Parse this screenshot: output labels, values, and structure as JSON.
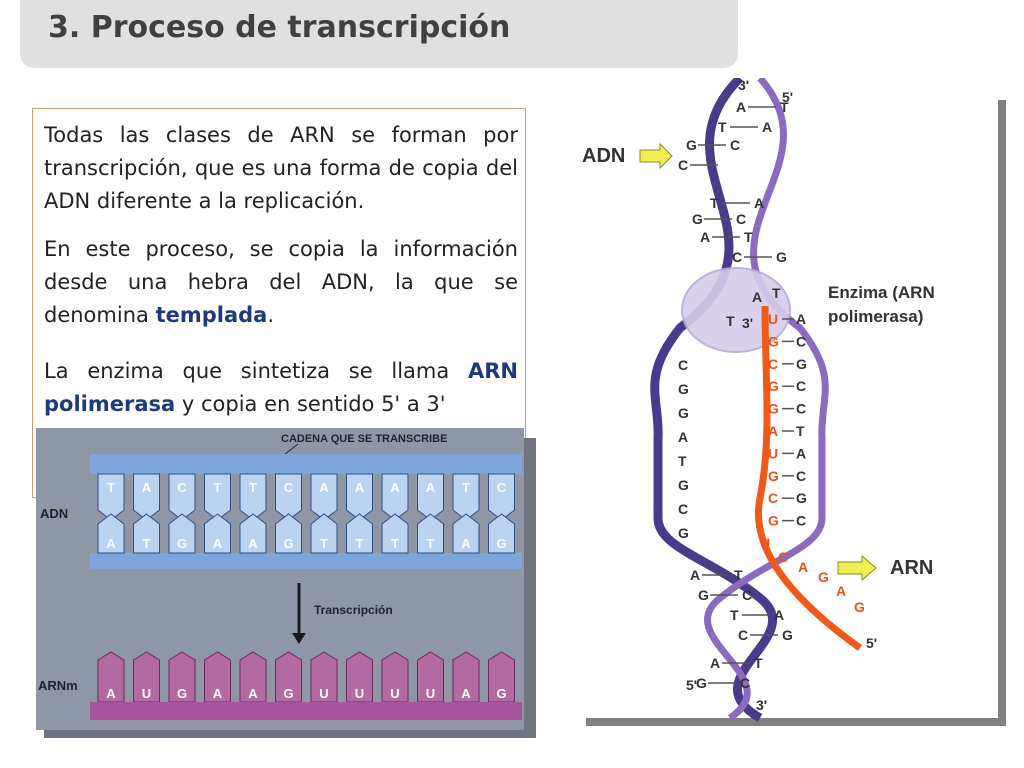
{
  "slide": {
    "title": "3. Proceso de transcripción"
  },
  "text": {
    "p1": "Todas las clases de ARN se forman por transcripción, que es una forma de copia del ADN diferente a la replicación.",
    "p2_before": "En este proceso, se copia la información desde una hebra del ADN, la que se denomina ",
    "p2_highlight": "templada",
    "p2_after": ".",
    "p3_before": "La enzima que sintetiza se llama ",
    "p3_highlight": "ARN polimerasa",
    "p3_after": " y copia en sentido 5' a 3'"
  },
  "figure_left": {
    "top_label": "CADENA QUE SE TRANSCRIBE",
    "dna_label": "ADN",
    "transcription_label": "Transcripción",
    "rna_label": "ARNm",
    "template_strand": [
      "T",
      "A",
      "C",
      "T",
      "T",
      "C",
      "A",
      "A",
      "A",
      "A",
      "T",
      "C"
    ],
    "coding_strand": [
      "A",
      "T",
      "G",
      "A",
      "A",
      "G",
      "T",
      "T",
      "T",
      "T",
      "A",
      "G"
    ],
    "mrna": [
      "A",
      "U",
      "G",
      "A",
      "A",
      "G",
      "U",
      "U",
      "U",
      "U",
      "A",
      "G"
    ],
    "colors": {
      "background": "#8f97a6",
      "dna_band": "#7ea6d8",
      "dna_tooth": "#b9d3f0",
      "rna": "#b36aa3",
      "rna_band": "#a6559a"
    }
  },
  "figure_right": {
    "dna_label": "ADN",
    "enzyme_label_line1": "Enzima (ARN",
    "enzyme_label_line2": "polimerasa)",
    "rna_label": "ARN",
    "top_prime_left": "3'",
    "top_prime_right": "5'",
    "bottom_prime_left": "5'",
    "bottom_prime_right": "3'",
    "enzyme_prime": "3'",
    "rna_prime": "5'",
    "top_pairs": [
      [
        "A",
        "T"
      ],
      [
        "T",
        "A"
      ],
      [
        "G",
        "C"
      ],
      [
        "C",
        ""
      ],
      [
        "T",
        "A"
      ],
      [
        "G",
        "C"
      ],
      [
        "A",
        "T"
      ],
      [
        "C",
        "G"
      ]
    ],
    "bubble_pairs": [
      [
        "U",
        "A"
      ],
      [
        "G",
        "C"
      ],
      [
        "C",
        "G"
      ],
      [
        "G",
        "C"
      ],
      [
        "G",
        "C"
      ],
      [
        "A",
        "T"
      ],
      [
        "U",
        "A"
      ],
      [
        "G",
        "C"
      ],
      [
        "C",
        "G"
      ],
      [
        "G",
        "C"
      ]
    ],
    "left_strand": [
      "C",
      "G",
      "G",
      "A",
      "T",
      "G",
      "C",
      "G"
    ],
    "enzyme_near": [
      "A",
      "T"
    ],
    "rna_tail": [
      "U",
      "C",
      "A",
      "G",
      "A",
      "G"
    ],
    "bottom_pairs": [
      [
        "A",
        "T"
      ],
      [
        "G",
        "C"
      ],
      [
        "T",
        "A"
      ],
      [
        "C",
        "G"
      ],
      [
        "A",
        "T"
      ],
      [
        "G",
        "C"
      ]
    ],
    "colors": {
      "strand": "#4a3a8c",
      "rna": "#ef5a1a",
      "enzyme": "#d7cdea",
      "arrow": "#f0f050"
    }
  }
}
